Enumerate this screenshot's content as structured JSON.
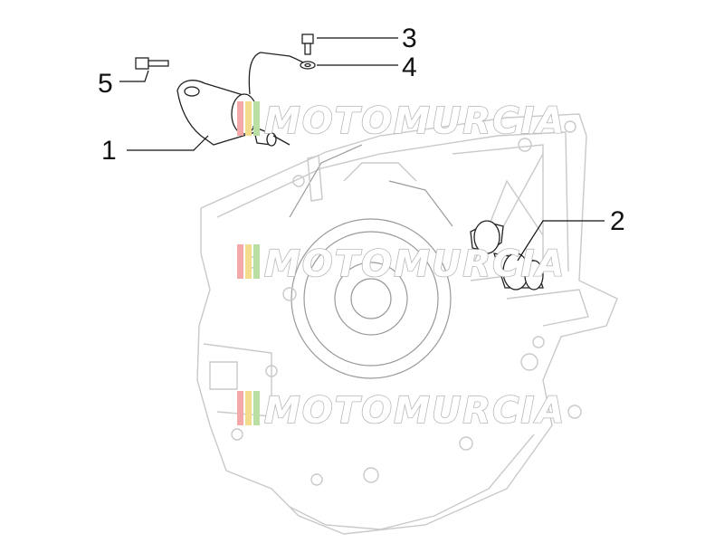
{
  "callouts": [
    {
      "number": "1"
    },
    {
      "number": "2"
    },
    {
      "number": "3"
    },
    {
      "number": "4"
    },
    {
      "number": "5"
    }
  ],
  "watermark": {
    "text": "MOTOMURCIA",
    "stripe_colors": [
      "#f4a8a8",
      "#f3dc8c",
      "#b9dfa2"
    ]
  }
}
